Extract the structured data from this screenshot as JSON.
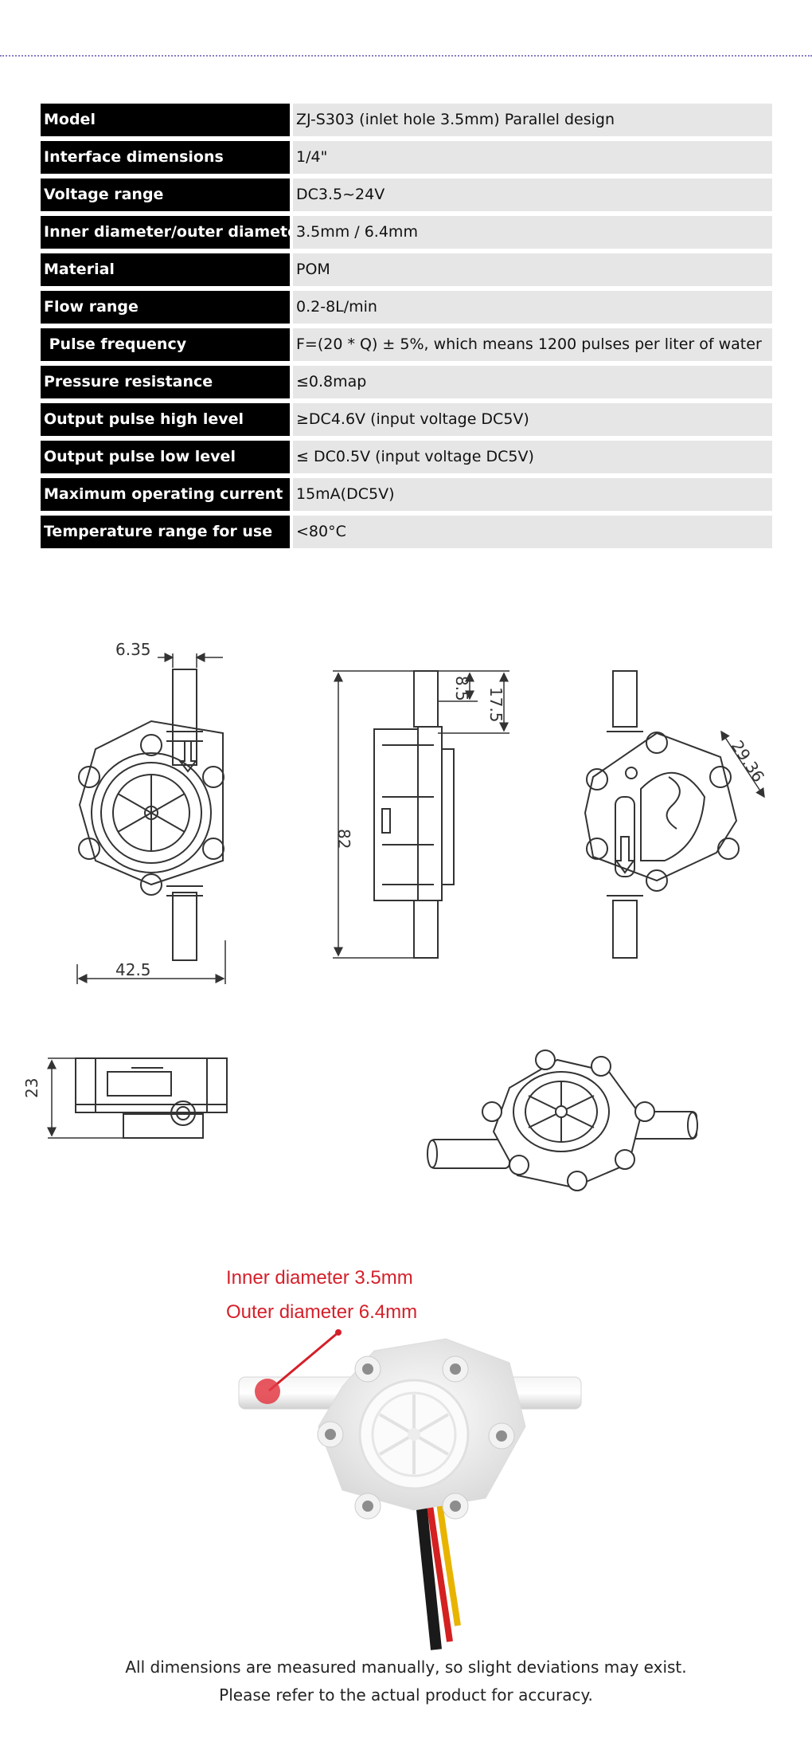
{
  "specs": [
    {
      "label": "Model",
      "value": "ZJ-S303 (inlet hole 3.5mm) Parallel design"
    },
    {
      "label": "Interface dimensions",
      "value": "1/4\""
    },
    {
      "label": "Voltage range",
      "value": "DC3.5~24V"
    },
    {
      "label": "Inner diameter/outer diameter",
      "value": "3.5mm / 6.4mm"
    },
    {
      "label": "Material",
      "value": "POM"
    },
    {
      "label": "Flow range",
      "value": "0.2-8L/min"
    },
    {
      "label": " Pulse frequency",
      "value": "F=(20 * Q) ± 5%, which means 1200 pulses per liter of water"
    },
    {
      "label": "Pressure resistance",
      "value": "≤0.8map"
    },
    {
      "label": "Output pulse high level",
      "value": "≥DC4.6V (input voltage DC5V)"
    },
    {
      "label": "Output pulse low level",
      "value": "≤ DC0.5V (input voltage DC5V)"
    },
    {
      "label": "Maximum operating current",
      "value": "15mA(DC5V)"
    },
    {
      "label": "Temperature range for use",
      "value": "<80°C"
    }
  ],
  "dimensions": {
    "inlet_width": "6.35",
    "body_width": "42.5",
    "top_short": "8.5",
    "top_long": "17.5",
    "total_height": "82",
    "diagonal": "29.36",
    "thickness": "23"
  },
  "callout": {
    "inner": "Inner diameter 3.5mm",
    "outer": "Outer diameter 6.4mm"
  },
  "notes": {
    "line1": "All dimensions are measured manually, so slight deviations may exist.",
    "line2": "Please refer to the actual product for accuracy."
  }
}
